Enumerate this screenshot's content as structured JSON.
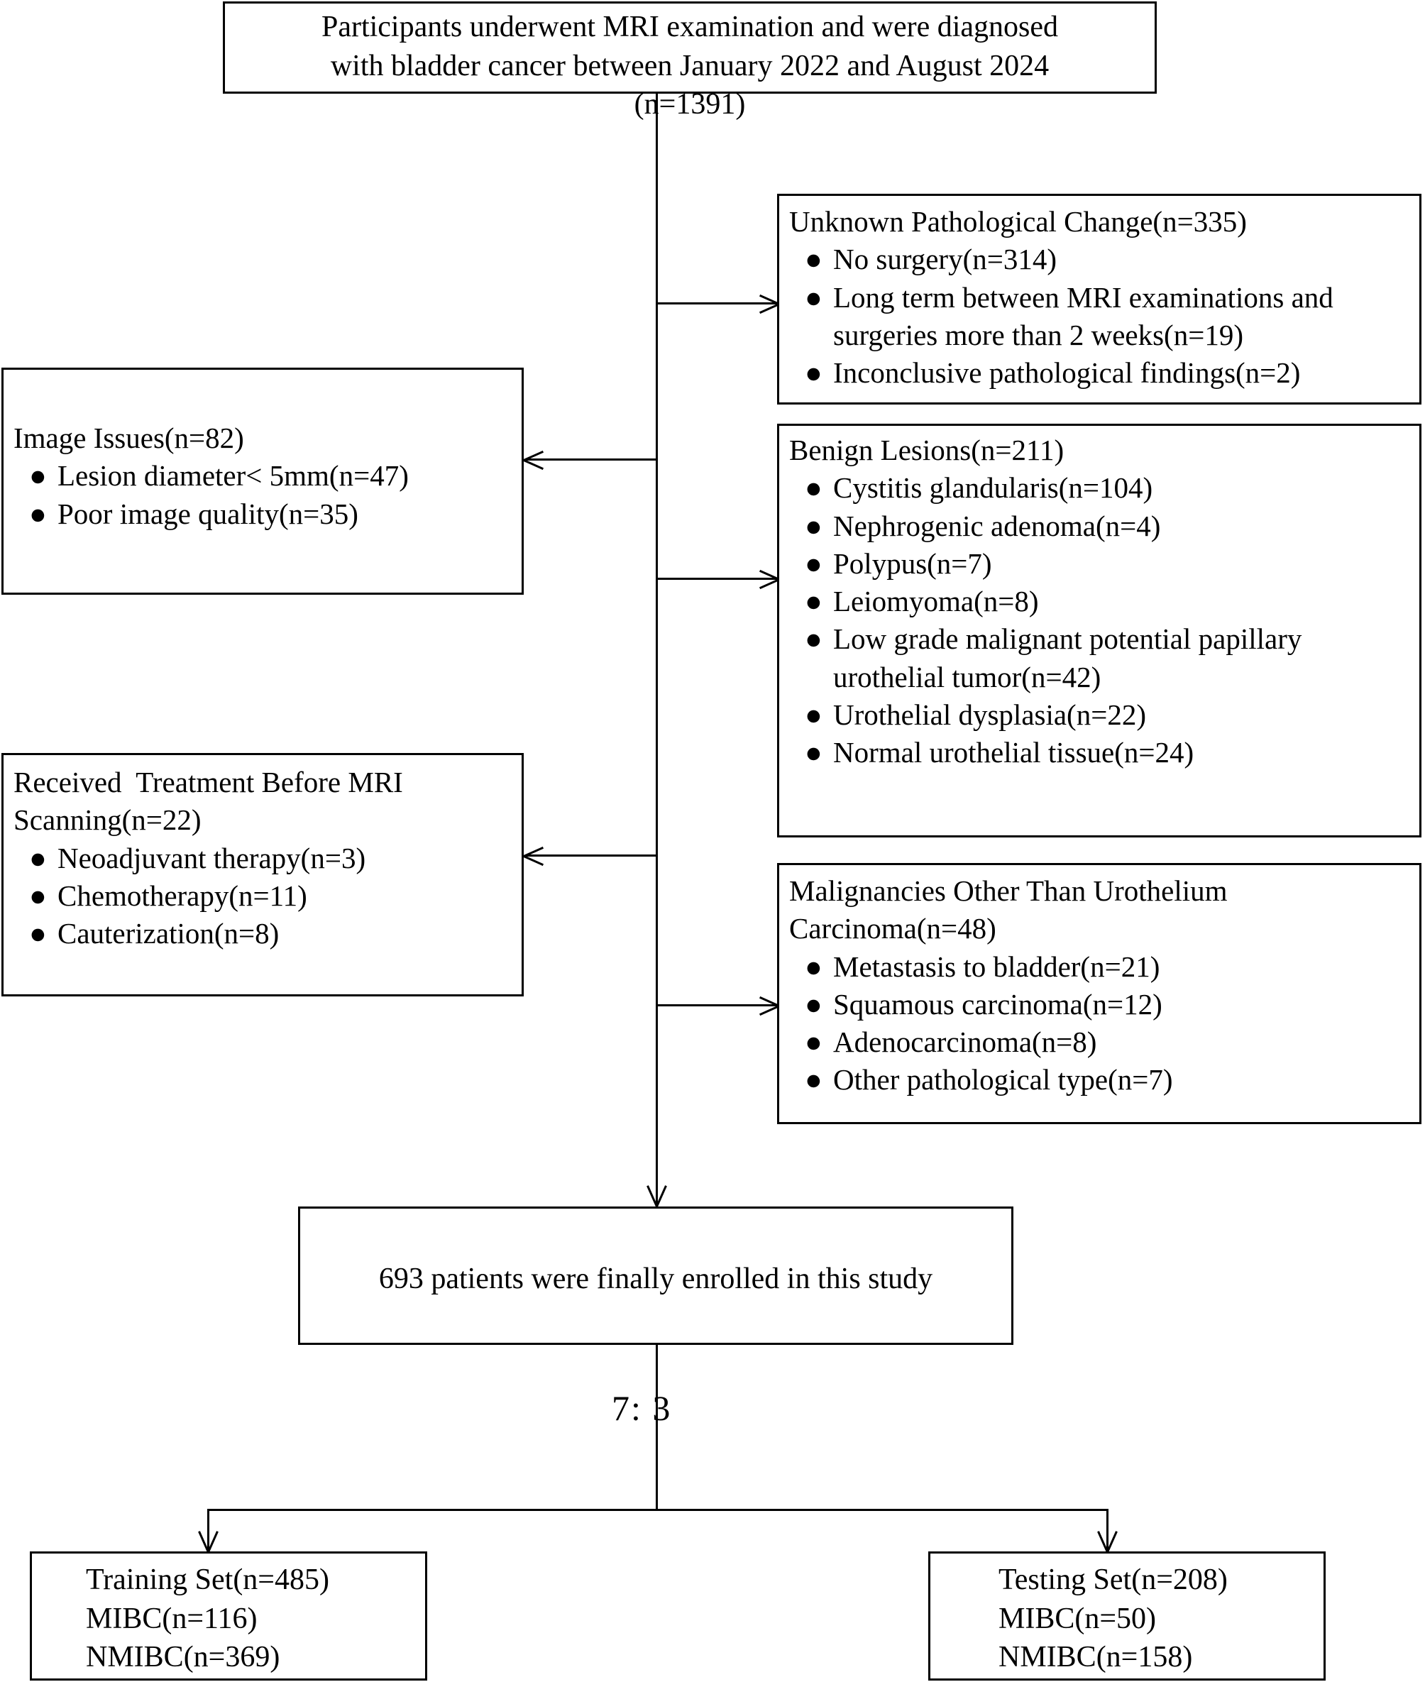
{
  "diagram": {
    "title_flow": "Study participant selection flowchart",
    "split_ratio_label": "7: 3"
  },
  "boxes": {
    "enrollment": {
      "name": "enrollment-box",
      "lines": [
        "Participants underwent MRI examination and were diagnosed",
        "with bladder cancer between January 2022 and August 2024",
        "(n=1391)"
      ]
    },
    "unknown_pathology": {
      "name": "unknown-pathological-change-box",
      "heading": "Unknown Pathological Change(n=335)",
      "items": [
        "No surgery(n=314)",
        "Long term between MRI examinations and surgeries more than 2 weeks(n=19)",
        "Inconclusive pathological findings(n=2)"
      ]
    },
    "image_issues": {
      "name": "image-issues-box",
      "heading": "Image Issues(n=82)",
      "items": [
        "Lesion diameter< 5mm(n=47)",
        "Poor image quality(n=35)"
      ]
    },
    "benign_lesions": {
      "name": "benign-lesions-box",
      "heading": "Benign Lesions(n=211)",
      "items": [
        "Cystitis glandularis(n=104)",
        "Nephrogenic adenoma(n=4)",
        "Polypus(n=7)",
        "Leiomyoma(n=8)",
        "Low grade malignant potential papillary urothelial tumor(n=42)",
        "Urothelial dysplasia(n=22)",
        "Normal urothelial tissue(n=24)"
      ]
    },
    "prior_treatment": {
      "name": "received-treatment-before-mri-box",
      "heading": "Received  Treatment Before MRI Scanning(n=22)",
      "items": [
        "Neoadjuvant therapy(n=3)",
        "Chemotherapy(n=11)",
        "Cauterization(n=8)"
      ]
    },
    "other_malignancies": {
      "name": "malignancies-other-than-urothelium-box",
      "heading": "Malignancies Other Than Urothelium Carcinoma(n=48)",
      "items": [
        "Metastasis to bladder(n=21)",
        "Squamous carcinoma(n=12)",
        "Adenocarcinoma(n=8)",
        "Other pathological type(n=7)"
      ]
    },
    "final_cohort": {
      "name": "final-cohort-box",
      "text": "693 patients were finally enrolled in this study"
    },
    "training_set": {
      "name": "training-set-box",
      "lines": [
        "Training Set(n=485)",
        "MIBC(n=116)",
        "NMIBC(n=369)"
      ]
    },
    "testing_set": {
      "name": "testing-set-box",
      "lines": [
        "Testing Set(n=208)",
        "MIBC(n=50)",
        "NMIBC(n=158)"
      ]
    }
  },
  "glyphs": {
    "bullet": "●"
  },
  "colors": {
    "stroke": "#000000",
    "background": "#ffffff",
    "text": "#000000"
  }
}
